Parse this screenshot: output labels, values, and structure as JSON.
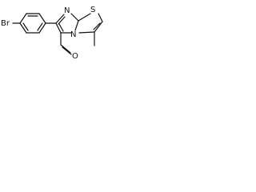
{
  "molecule": {
    "atoms": {
      "bromine": "Br",
      "nitrogen_top": "N",
      "nitrogen_bridge": "N",
      "sulfur": "S",
      "oxygen": "O"
    },
    "colors": {
      "ink": "#111111",
      "background": "#ffffff"
    }
  }
}
